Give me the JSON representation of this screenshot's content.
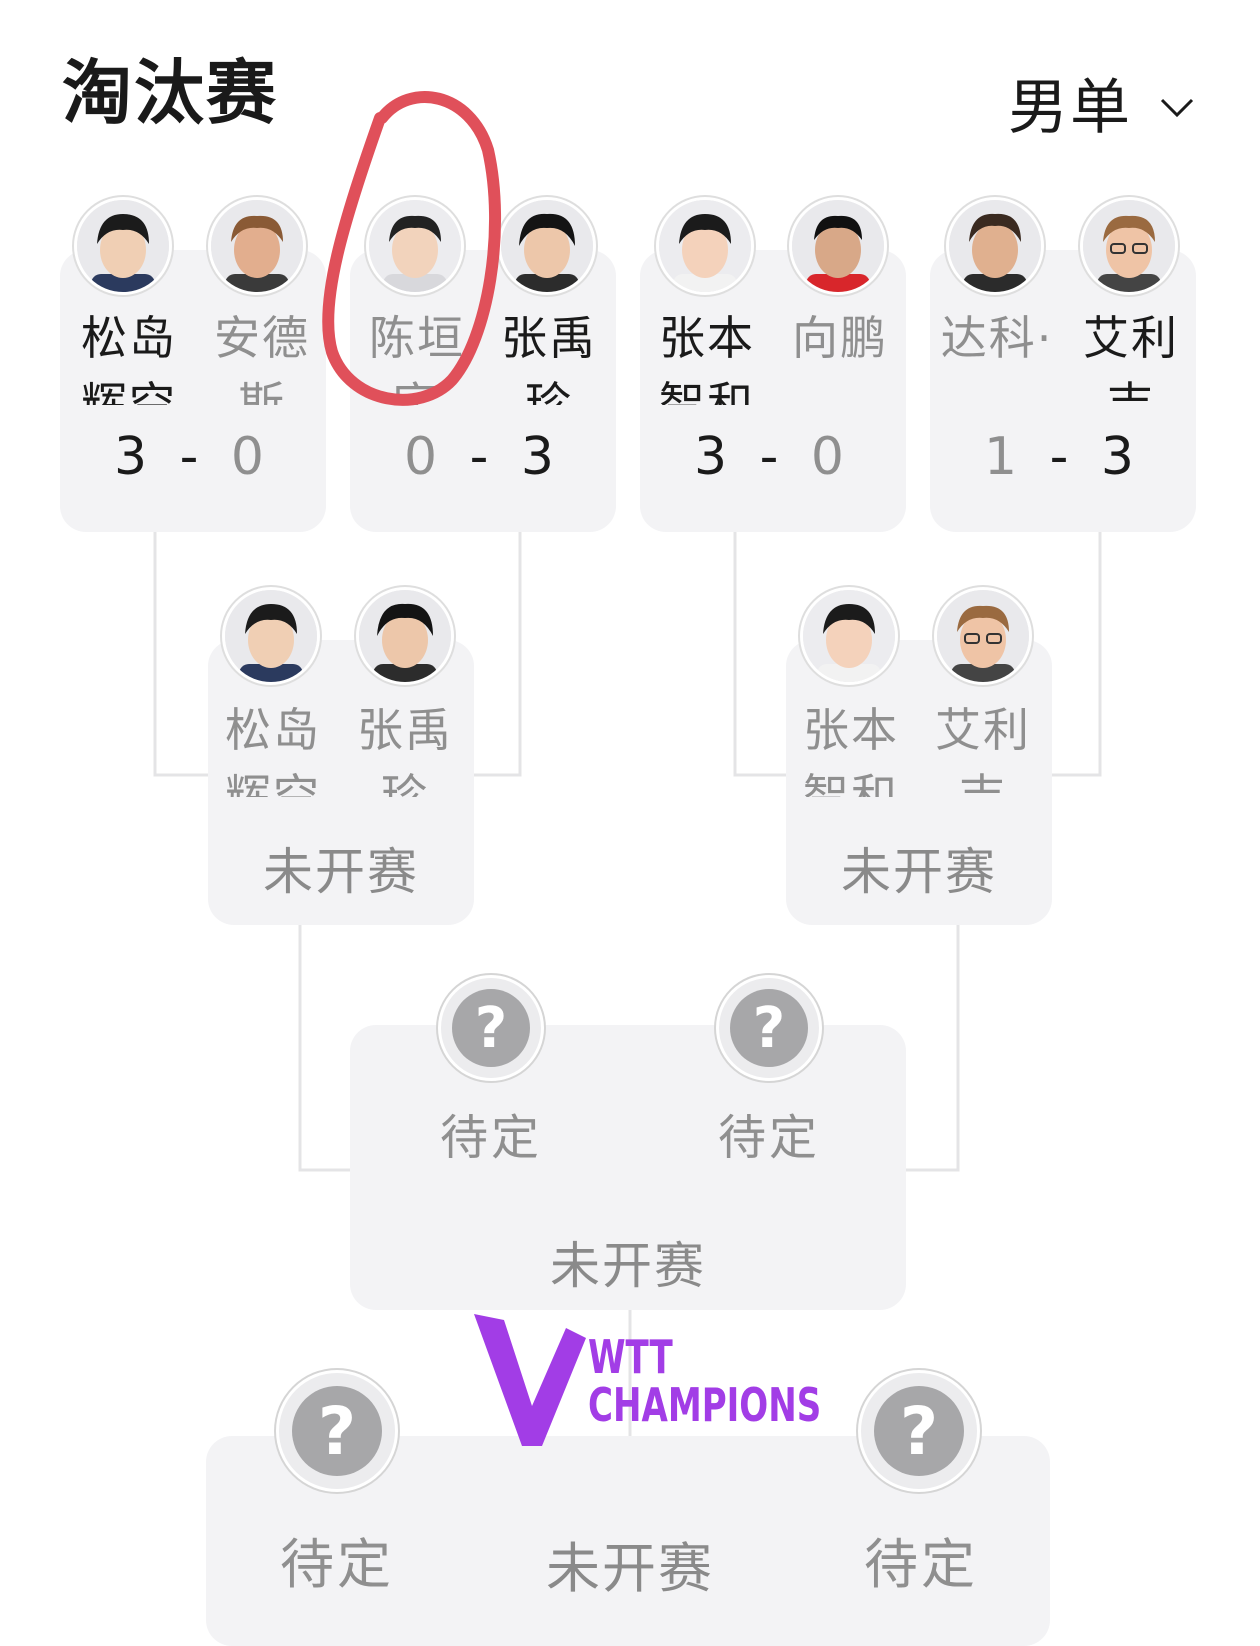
{
  "header": {
    "title": "淘汰赛",
    "event_selector": "男单"
  },
  "round1": [
    {
      "p1": "松岛辉空",
      "p2": "安德斯",
      "s1": "3",
      "s2": "0"
    },
    {
      "p1": "陈垣宇",
      "p2": "张禹珍",
      "s1": "0",
      "s2": "3"
    },
    {
      "p1": "张本智和",
      "p2": "向鹏",
      "s1": "3",
      "s2": "0"
    },
    {
      "p1": "达科·",
      "p2": "艾利吉",
      "s1": "1",
      "s2": "3"
    }
  ],
  "semis": [
    {
      "p1": "松岛辉空",
      "p2": "张禹珍",
      "status": "未开赛"
    },
    {
      "p1": "张本智和",
      "p2": "艾利吉",
      "status": "未开赛"
    }
  ],
  "final": {
    "p1": "待定",
    "p2": "待定",
    "status": "未开赛"
  },
  "third_place": {
    "p1": "待定",
    "p2": "待定",
    "status": "未开赛"
  },
  "placeholder_mark": "?",
  "score_separator": "-",
  "logo": {
    "line1": "WTT",
    "line2": "CHAMPIONS"
  },
  "colors": {
    "accent_logo": "#a23de6",
    "annotation_circle": "#e0505a",
    "card_bg": "#f3f3f5"
  }
}
